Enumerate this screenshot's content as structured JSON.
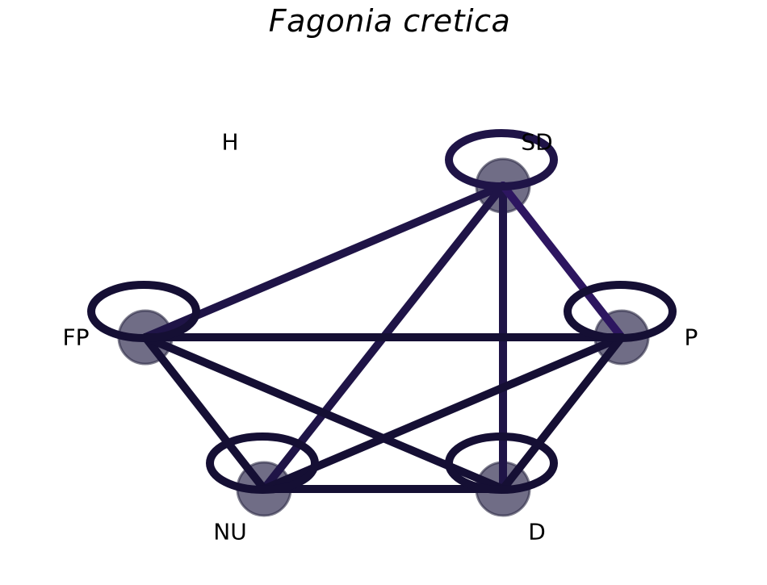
{
  "title": "Fagonia cretica",
  "colors": {
    "node_fill": "#4c4868",
    "node_stroke": "#2c2a44",
    "edge_dark": "#150f34",
    "edge_mid": "#1f1447",
    "edge_light": "#2d1660"
  },
  "nodes": [
    {
      "id": "H",
      "label": "H"
    },
    {
      "id": "SD",
      "label": "SD"
    },
    {
      "id": "FP",
      "label": "FP"
    },
    {
      "id": "P",
      "label": "P"
    },
    {
      "id": "NU",
      "label": "NU"
    },
    {
      "id": "D",
      "label": "D"
    }
  ],
  "self_loops": [
    "SD",
    "FP",
    "P",
    "NU",
    "D"
  ],
  "edges": [
    {
      "source": "SD",
      "target": "FP",
      "tone": "mid"
    },
    {
      "source": "SD",
      "target": "NU",
      "tone": "mid"
    },
    {
      "source": "SD",
      "target": "D",
      "tone": "mid"
    },
    {
      "source": "SD",
      "target": "P",
      "tone": "light"
    },
    {
      "source": "FP",
      "target": "P",
      "tone": "dark"
    },
    {
      "source": "FP",
      "target": "NU",
      "tone": "dark"
    },
    {
      "source": "FP",
      "target": "D",
      "tone": "dark"
    },
    {
      "source": "NU",
      "target": "D",
      "tone": "dark"
    },
    {
      "source": "NU",
      "target": "P",
      "tone": "dark"
    },
    {
      "source": "D",
      "target": "P",
      "tone": "dark"
    }
  ]
}
